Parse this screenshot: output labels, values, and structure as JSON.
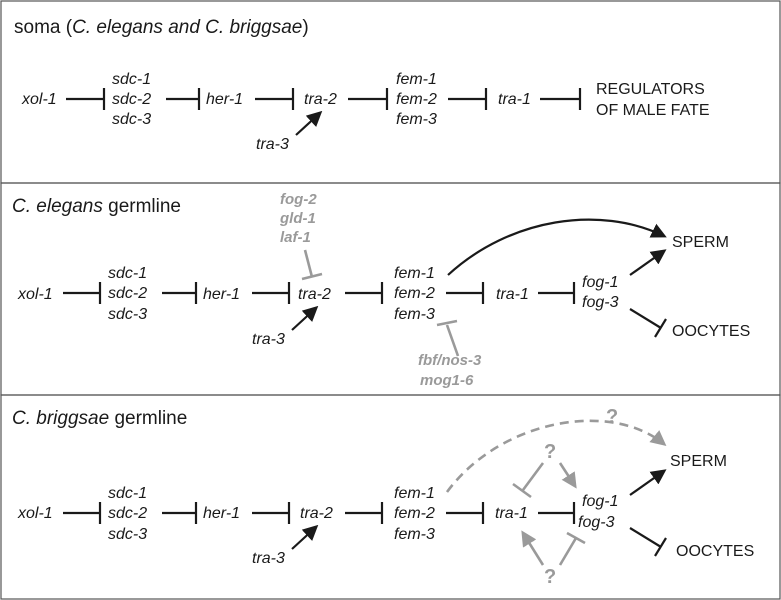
{
  "panels": {
    "soma": {
      "title_prefix": "soma (",
      "title_italic": "C. elegans and C. briggsae",
      "title_suffix": ")"
    },
    "elegans": {
      "title_italic": "C. elegans",
      "title_rest": " germline"
    },
    "briggsae": {
      "title_italic": "C. briggsae",
      "title_rest": " germline"
    }
  },
  "genes": {
    "xol1": "xol-1",
    "sdc1": "sdc-1",
    "sdc2": "sdc-2",
    "sdc3": "sdc-3",
    "her1": "her-1",
    "tra2": "tra-2",
    "tra3": "tra-3",
    "fem1": "fem-1",
    "fem2": "fem-2",
    "fem3": "fem-3",
    "tra1": "tra-1",
    "fog1": "fog-1",
    "fog3": "fog-3"
  },
  "outcomes": {
    "regulators_line1": "REGULATORS",
    "regulators_line2": "OF MALE FATE",
    "sperm": "SPERM",
    "oocytes": "OOCYTES"
  },
  "grey_regulators": {
    "fog2": "fog-2",
    "gld1": "gld-1",
    "laf1": "laf-1",
    "fbf_nos3": "fbf/nos-3",
    "mog16": "mog1-6",
    "question": "?"
  },
  "colors": {
    "black": "#1a1a1a",
    "grey": "#9a9a9a",
    "border": "#555555"
  }
}
